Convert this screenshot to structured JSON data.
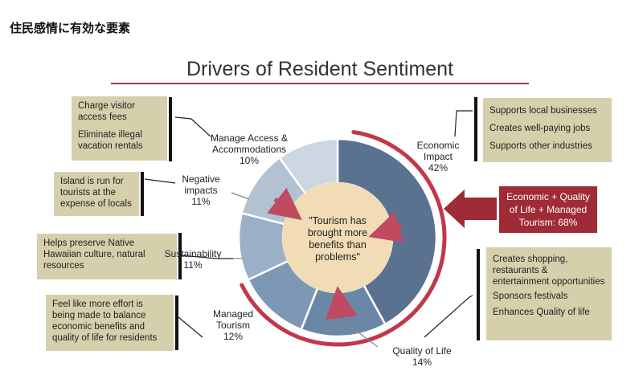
{
  "page": {
    "jp_title": "住民感情に有効な要素",
    "main_title": "Drivers of Resident Sentiment"
  },
  "center": {
    "lines": [
      "\"Tourism has",
      "brought more",
      "benefits than",
      "problems\""
    ]
  },
  "segments": [
    {
      "key": "economic",
      "lines": [
        "Economic",
        "Impact"
      ],
      "pct": "42%",
      "value": 42,
      "color": "#5a7290"
    },
    {
      "key": "quality",
      "lines": [
        "Quality of Life"
      ],
      "pct": "14%",
      "value": 14,
      "color": "#6b87a6"
    },
    {
      "key": "managed",
      "lines": [
        "Managed",
        "Tourism"
      ],
      "pct": "12%",
      "value": 12,
      "color": "#7d98b5"
    },
    {
      "key": "sustainability",
      "lines": [
        "Sustainability"
      ],
      "pct": "11%",
      "value": 11,
      "color": "#9bb0c7"
    },
    {
      "key": "negative",
      "lines": [
        "Negative",
        "impacts"
      ],
      "pct": "11%",
      "value": 11,
      "color": "#b2c2d3"
    },
    {
      "key": "access",
      "lines": [
        "Manage Access &",
        "Accommodations"
      ],
      "pct": "10%",
      "value": 10,
      "color": "#cdd7e2"
    }
  ],
  "callout": {
    "lines": [
      "Economic + Quality",
      "of Life + Managed",
      "Tourism: 68%"
    ]
  },
  "boxes": {
    "access": [
      "Charge visitor access fees",
      "Eliminate illegal vacation rentals"
    ],
    "negative": [
      "Island is run for tourists at the expense of locals"
    ],
    "sustainability": [
      "Helps preserve Native Hawaiian culture, natural resources"
    ],
    "managed": [
      "Feel like more effort is being made to balance economic benefits and quality of life for residents"
    ],
    "economic": [
      "Supports local businesses",
      "Creates well-paying jobs",
      "Supports other industries"
    ],
    "quality": [
      "Creates shopping, restaurants & entertainment opportunities",
      "Sponsors festivals",
      "Enhances Quality of life"
    ]
  },
  "colors": {
    "box_fill": "#d6cfac",
    "accent_red": "#9e2b35",
    "center_fill": "#f1dcb5",
    "arrow_pink": "#c04a60",
    "arc_red": "#c0384a"
  }
}
